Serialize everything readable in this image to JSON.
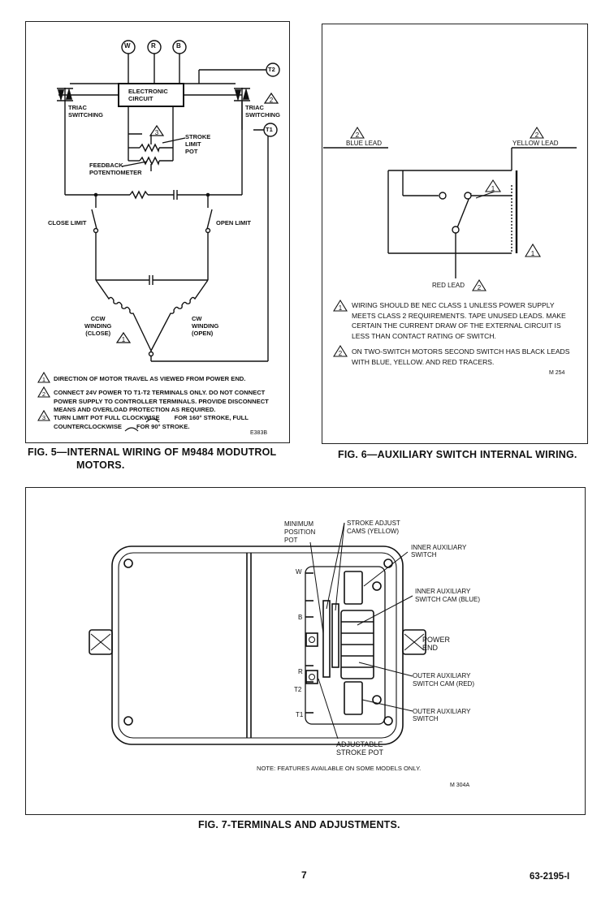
{
  "fig5": {
    "terminals": [
      "W",
      "R",
      "B",
      "T2",
      "T1"
    ],
    "electronic_circuit": "ELECTRONIC\nCIRCUIT",
    "triac_left": "TRIAC\nSWITCHING",
    "triac_right": "TRIAC\nSWITCHING",
    "stroke_limit_pot": "STROKE\nLIMIT\nPOT",
    "feedback_pot": "FEEDBACK\nPOTENTIOMETER",
    "close_limit": "CLOSE LIMIT",
    "open_limit": "OPEN LIMIT",
    "ccw_winding": "CCW\nWINDING\n(CLOSE)",
    "cw_winding": "CW\nWINDING\n(OPEN)",
    "note1": "DIRECTION OF MOTOR TRAVEL AS VIEWED FROM POWER END.",
    "note2": "CONNECT 24V POWER TO T1-T2 TERMINALS ONLY. DO NOT CONNECT POWER SUPPLY TO CONTROLLER TERMINALS. PROVIDE DISCONNECT MEANS AND OVERLOAD PROTECTION AS REQUIRED.",
    "note3_a": "TURN LIMIT POT FULL CLOCKWISE",
    "note3_b": "FOR 160° STROKE, FULL",
    "note3_c": "COUNTERCLOCKWISE",
    "note3_d": "FOR 90° STROKE.",
    "code": "E383B",
    "caption_line1": "FIG. 5—INTERNAL WIRING OF M9484 MODUTROL",
    "caption_line2": "MOTORS."
  },
  "fig6": {
    "blue_lead": "BLUE LEAD",
    "yellow_lead": "YELLOW LEAD",
    "red_lead": "RED LEAD",
    "note1": "WIRING SHOULD BE NEC CLASS 1 UNLESS POWER SUPPLY MEETS CLASS 2 REQUIREMENTS. TAPE UNUSED LEADS. MAKE CERTAIN THE CURRENT DRAW OF THE EXTERNAL CIRCUIT IS LESS THAN CONTACT RATING OF SWITCH.",
    "note2": "ON TWO-SWITCH MOTORS SECOND SWITCH HAS BLACK LEADS WITH BLUE, YELLOW. AND RED TRACERS.",
    "code": "M 254",
    "caption": "FIG. 6—AUXILIARY SWITCH INTERNAL WIRING."
  },
  "fig7": {
    "min_pos_pot": "MINIMUM\nPOSITION\nPOT",
    "stroke_cams": "STROKE ADJUST\nCAMS (YELLOW)",
    "inner_switch": "INNER AUXILIARY\nSWITCH",
    "inner_cam": "INNER AUXILIARY\nSWITCH CAM (BLUE)",
    "power_end": "POWER\nEND",
    "outer_cam": "OUTER AUXILIARY\nSWITCH CAM (RED)",
    "outer_switch": "OUTER AUXILIARY\nSWITCH",
    "adj_stroke_pot": "ADJUSTABLE\nSTROKE POT",
    "terminals": [
      "W",
      "B",
      "R",
      "T2",
      "T1"
    ],
    "note": "NOTE: FEATURES AVAILABLE ON SOME MODELS ONLY.",
    "code": "M 304A",
    "caption": "FIG. 7-TERMINALS AND ADJUSTMENTS."
  },
  "footer": {
    "page_number": "7",
    "doc_number": "63-2195-I"
  }
}
